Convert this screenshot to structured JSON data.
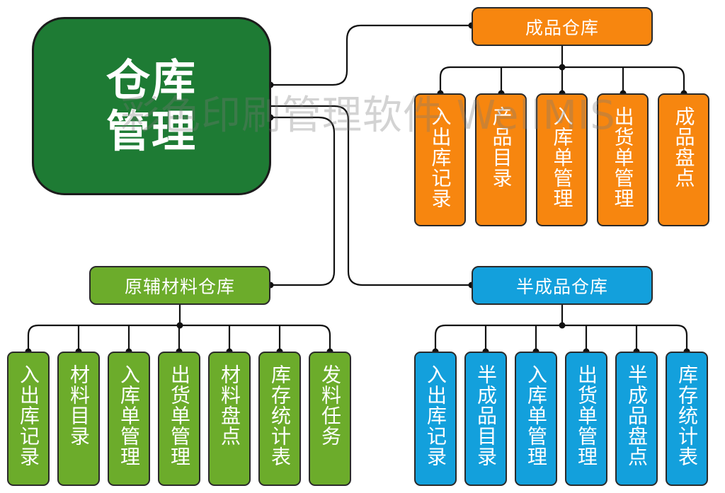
{
  "colors": {
    "root": "#1e7b34",
    "finished": "#f7860f",
    "semi": "#13a0dc",
    "raw": "#6cac2b",
    "connector": "#111111"
  },
  "root": {
    "line1": "仓库",
    "line2": "管理"
  },
  "watermark": "彩色印刷管理软件 WellMIS",
  "finished_warehouse": {
    "title": "成品仓库",
    "items": [
      "入出库记录",
      "产品目录",
      "入库单管理",
      "出货单管理",
      "成品盘点"
    ]
  },
  "semi_warehouse": {
    "title": "半成品仓库",
    "items": [
      "入出库记录",
      "半成品目录",
      "入库单管理",
      "出货单管理",
      "半成品盘点",
      "库存统计表"
    ]
  },
  "raw_warehouse": {
    "title": "原辅材料仓库",
    "items": [
      "入出库记录",
      "材料目录",
      "入库单管理",
      "出货单管理",
      "材料盘点",
      "库存统计表",
      "发料任务"
    ]
  }
}
